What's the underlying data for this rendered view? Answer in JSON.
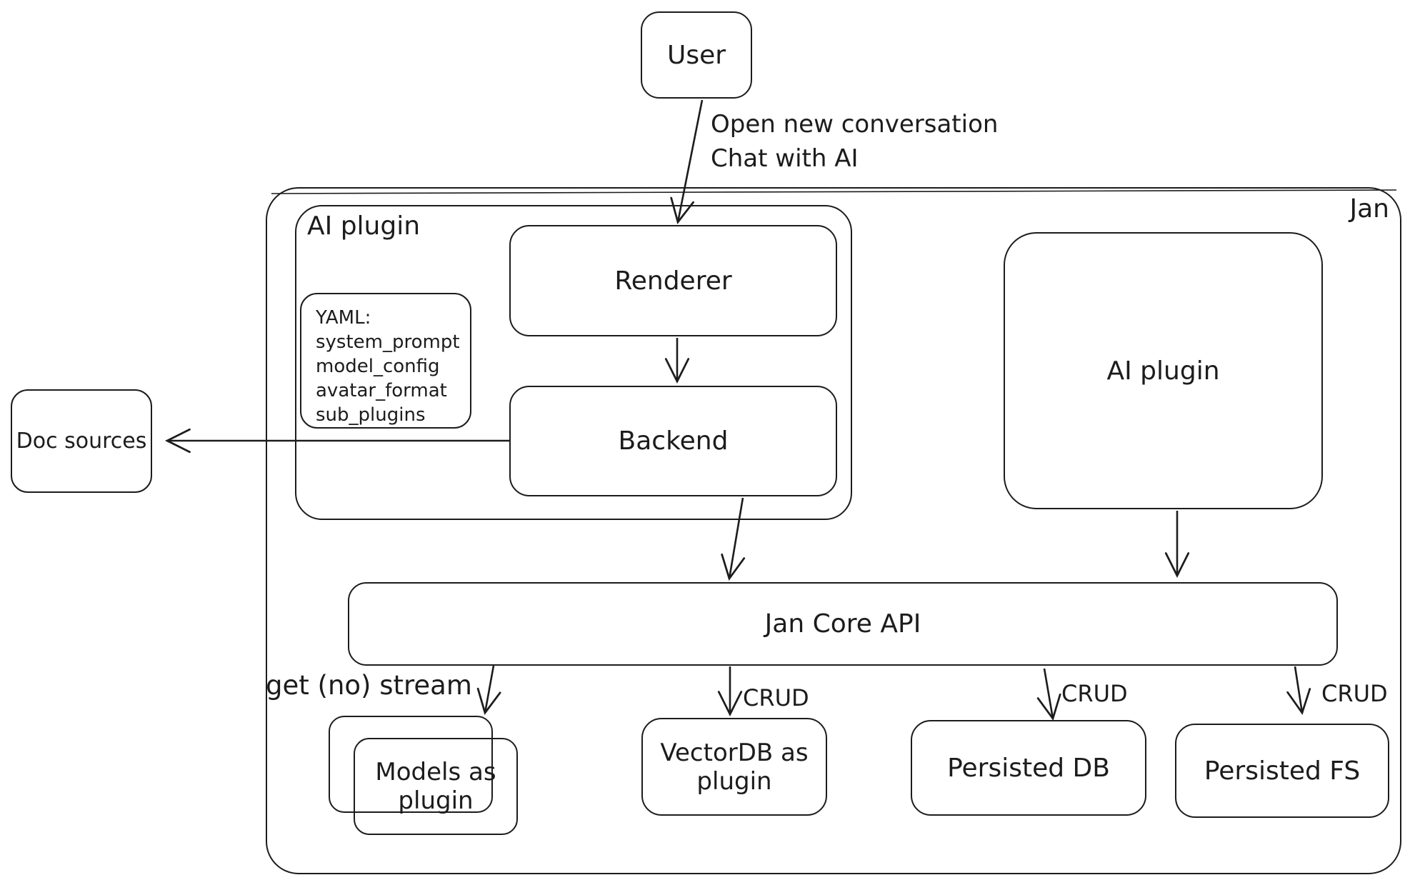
{
  "colors": {
    "ink": "#1c1c1c",
    "bg": "#ffffff"
  },
  "nodes": {
    "user": {
      "label": "User"
    },
    "jan": {
      "label": "Jan"
    },
    "ai_plugin_left": {
      "label": "AI plugin"
    },
    "yaml_note": {
      "lines": [
        "YAML:",
        "system_prompt",
        "model_config",
        "avatar_format",
        "sub_plugins"
      ]
    },
    "renderer": {
      "label": "Renderer"
    },
    "backend": {
      "label": "Backend"
    },
    "ai_plugin_right": {
      "label": "AI plugin"
    },
    "doc_sources": {
      "label": "Doc sources"
    },
    "jan_core_api": {
      "label": "Jan Core API"
    },
    "models_plugin": {
      "label": "Models as plugin"
    },
    "vectordb_plugin": {
      "label": "VectorDB as plugin"
    },
    "persisted_db": {
      "label": "Persisted DB"
    },
    "persisted_fs": {
      "label": "Persisted FS"
    }
  },
  "edges": {
    "user_to_renderer": {
      "label": "Open new conversation\nChat with AI"
    },
    "api_to_models": {
      "label": "get (no) stream"
    },
    "api_to_vectordb": {
      "label": "CRUD"
    },
    "api_to_persisted_db": {
      "label": "CRUD"
    },
    "api_to_persisted_fs": {
      "label": "CRUD"
    }
  }
}
